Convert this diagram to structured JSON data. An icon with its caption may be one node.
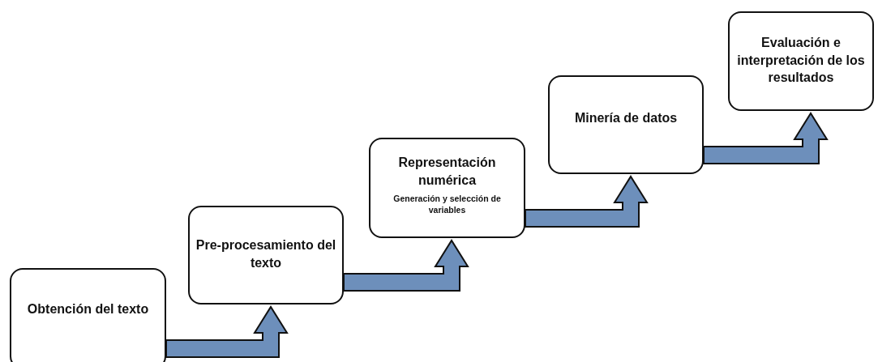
{
  "diagram": {
    "nodes": [
      {
        "text": [
          "Obtención del texto"
        ]
      },
      {
        "text": [
          "Pre-procesamiento del texto"
        ]
      },
      {
        "text": [
          "Representación numérica",
          "Generación y selección de variables"
        ]
      },
      {
        "text": [
          "Minería de datos"
        ]
      },
      {
        "text": [
          "Evaluación e interpretación de los resultados"
        ]
      }
    ],
    "edges": [
      {
        "from": 0,
        "to": 1,
        "arrow": "to"
      },
      {
        "from": 1,
        "to": 2,
        "arrow": "to"
      },
      {
        "from": 2,
        "to": 3,
        "arrow": "to"
      },
      {
        "from": 3,
        "to": 4,
        "arrow": "to"
      }
    ]
  }
}
